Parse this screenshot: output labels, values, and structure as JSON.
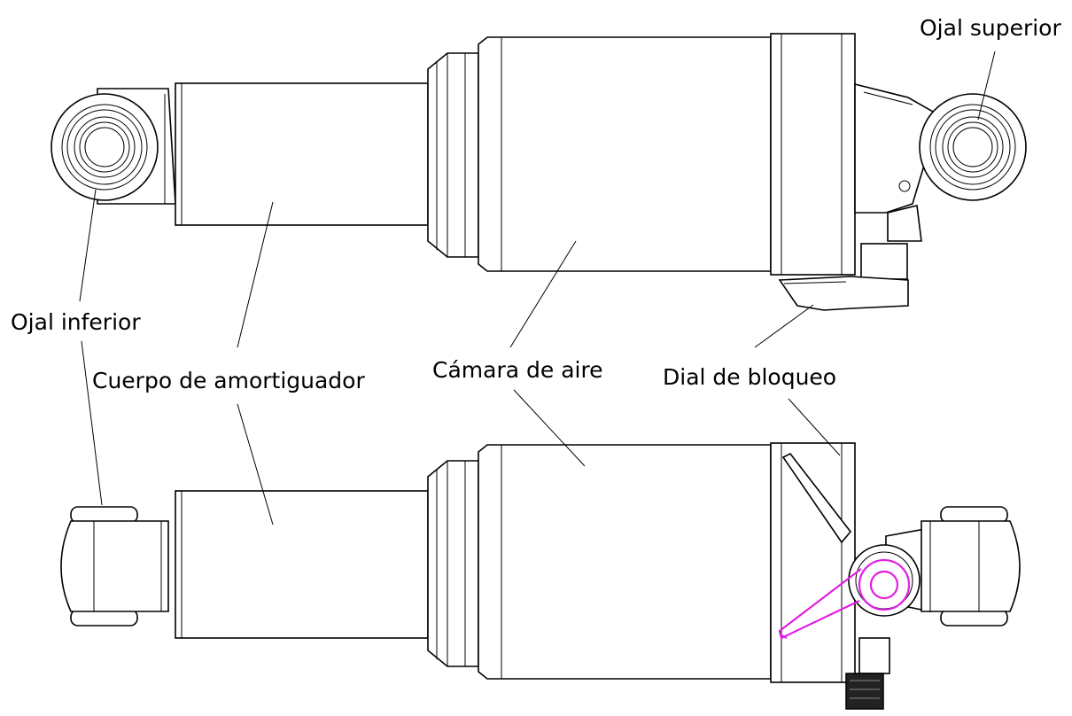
{
  "labels": {
    "ojal_superior": "Ojal superior",
    "ojal_inferior": "Ojal inferior",
    "cuerpo": "Cuerpo de amortiguador",
    "camara": "Cámara de aire",
    "dial": "Dial de bloqueo"
  },
  "colors": {
    "line": "#000000",
    "highlight": "#e020e0",
    "background": "#ffffff"
  }
}
